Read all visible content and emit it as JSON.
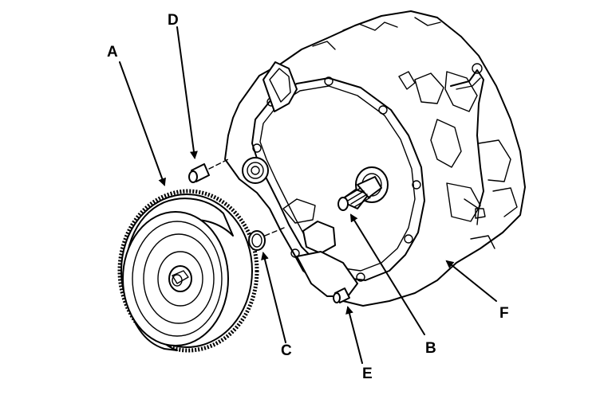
{
  "diagram": {
    "labels": {
      "a": "A",
      "b": "B",
      "c": "C",
      "d": "D",
      "e": "E",
      "f": "F"
    },
    "parts": {
      "torque_converter": "A",
      "mainshaft": "B",
      "o_ring": "C",
      "dowel_pin_upper": "D",
      "dowel_pin_lower": "E",
      "transmission_housing": "F"
    }
  }
}
